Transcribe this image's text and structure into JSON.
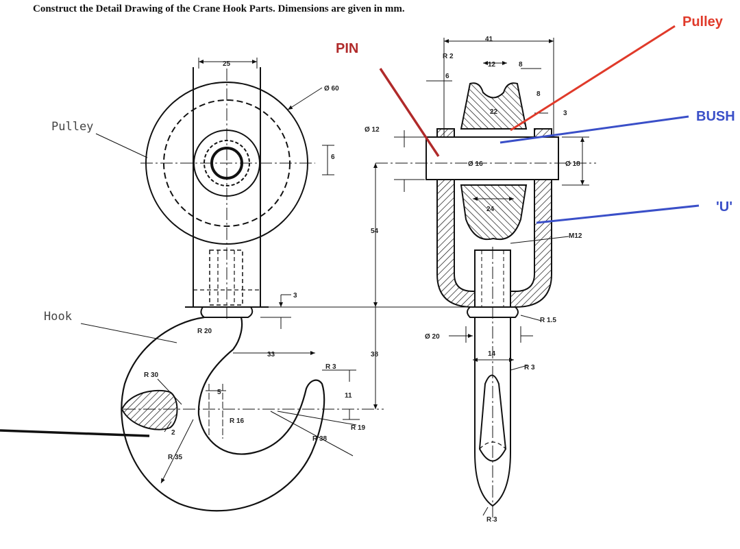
{
  "title": "Construct the Detail Drawing of the Crane Hook Parts. Dimensions are given in mm.",
  "colors": {
    "pin": "#b02a2a",
    "pulley": "#e03a2a",
    "bush": "#3a4fc8",
    "u": "#3a4fc8",
    "line": "#111111",
    "label": "#444444"
  },
  "annotations": {
    "pin": "PIN",
    "pulley": "Pulley",
    "bush": "BUSH",
    "u": "'U'"
  },
  "labels": {
    "pulley": "Pulley",
    "hook": "Hook"
  },
  "dims": {
    "d25": "25",
    "dia60": "Ø 60",
    "d6": "6",
    "d3": "3",
    "r20": "R 20",
    "d33": "33",
    "r30": "R 30",
    "d5": "5",
    "r16": "R 16",
    "r3a": "R 3",
    "d11": "11",
    "r19": "R 19",
    "r38": "R 38",
    "r2": "2",
    "r35": "R 35",
    "dia12": "Ø 12",
    "d54": "54",
    "d38": "38",
    "d41": "41",
    "r2top": "R 2",
    "d12": "12",
    "d8a": "8",
    "d6b": "6",
    "d8b": "8",
    "d22": "22",
    "d3b": "3",
    "dia16": "Ø 16",
    "dia18": "Ø 18",
    "d24": "24",
    "m12": "M12",
    "r15": "R 1.5",
    "dia20": "Ø 20",
    "d14": "14",
    "r3b": "R 3",
    "r3c": "R 3"
  }
}
